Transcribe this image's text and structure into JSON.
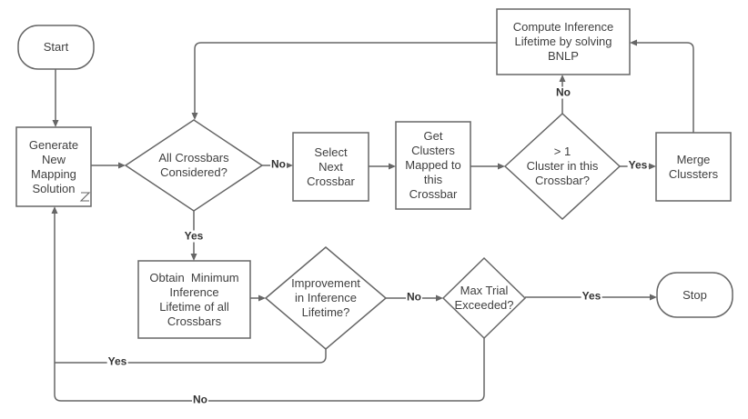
{
  "nodes": {
    "start": {
      "label": "Start"
    },
    "generate_mapping": {
      "label": "Generate\nNew\nMapping\nSolution"
    },
    "all_crossbars": {
      "label": "All Crossbars\nConsidered?"
    },
    "select_next": {
      "label": "Select\nNext\nCrossbar"
    },
    "get_clusters": {
      "label": "Get\nClusters\nMapped to\nthis\nCrossbar"
    },
    "gt1_cluster": {
      "label": "> 1\nCluster in this\nCrossbar?"
    },
    "merge_clusters": {
      "label": "Merge\nClussters"
    },
    "compute_inference": {
      "label": "Compute Inference\nLifetime by solving\nBNLP"
    },
    "obtain_minimum": {
      "label": "Obtain  Minimum\nInference\nLifetime of all\nCrossbars"
    },
    "improvement": {
      "label": "Improvement\nin Inference\nLifetime?"
    },
    "max_trial": {
      "label": "Max Trial\nExceeded?"
    },
    "stop": {
      "label": "Stop"
    }
  },
  "edge_labels": {
    "all_crossbars_no": "No",
    "all_crossbars_yes": "Yes",
    "gt1_yes": "Yes",
    "gt1_no": "No",
    "improvement_no": "No",
    "improvement_yes": "Yes",
    "max_trial_yes": "Yes",
    "max_trial_no": "No"
  },
  "colors": {
    "stroke": "#666666",
    "node_text": "#404040",
    "edge_label_text": "#333333",
    "fill": "#ffffff"
  }
}
